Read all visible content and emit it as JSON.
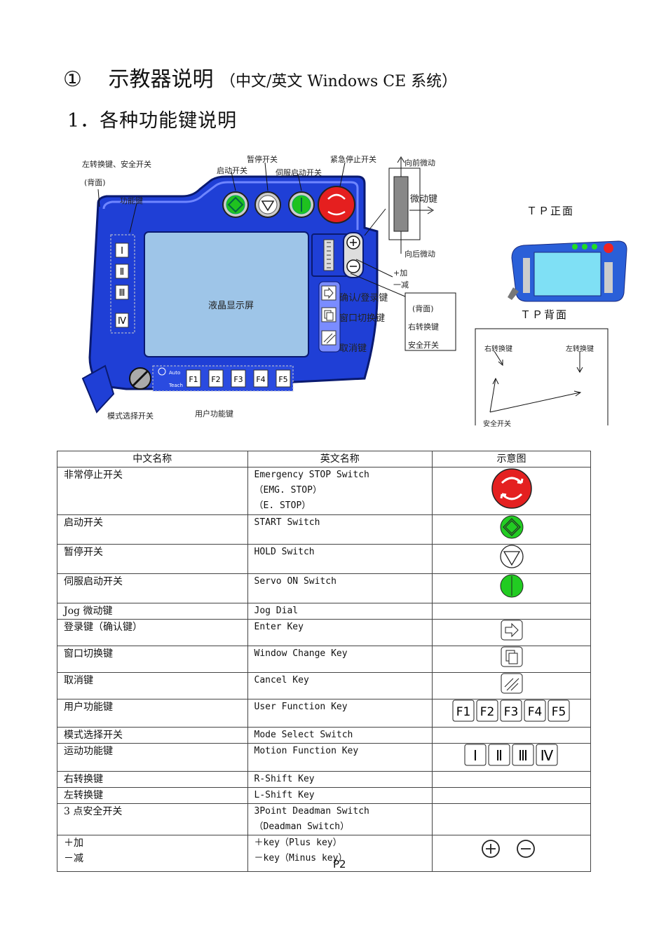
{
  "heading": {
    "number": "①",
    "title": "示教器说明",
    "subtitle": "（中文/英文 Windows CE 系统）"
  },
  "section": {
    "title": "1．各种功能键说明"
  },
  "diagram": {
    "callouts": {
      "left_shift_safety": "左转换键、安全开关",
      "back_note": "(背面)",
      "function_keys": "功能键",
      "start_switch": "启动开关",
      "hold_switch": "暂停开关",
      "servo_switch": "伺服启动开关",
      "estop_switch": "紧急停止开关",
      "jog_forward": "向前微动",
      "jog_dial": "微动键",
      "jog_backward": "向后微动",
      "plus": "+加",
      "minus": "一减",
      "lcd": "液晶显示屏",
      "enter_key": "确认/登录键",
      "window_key": "窗口切换键",
      "cancel_key": "取消键",
      "back_box_title": "(背面)",
      "back_box_rshift": "右转换键",
      "back_box_safety": "安全开关",
      "mode_switch": "模式选择开关",
      "user_function_keys": "用户功能键",
      "auto": "Auto",
      "teach": "Teach"
    },
    "f_keys": [
      "F1",
      "F2",
      "F3",
      "F4",
      "F5"
    ],
    "roman_keys": [
      "Ⅰ",
      "Ⅱ",
      "Ⅲ",
      "Ⅳ"
    ],
    "tp_front": "ＴＰ正面",
    "tp_back": "ＴＰ背面",
    "back_view": {
      "right_shift": "右转换键",
      "left_shift": "左转换键",
      "safety": "安全开关"
    }
  },
  "table": {
    "headers": [
      "中文名称",
      "英文名称",
      "示意图"
    ],
    "rows": [
      {
        "zh": [
          "非常停止开关"
        ],
        "en": [
          "Emergency STOP Switch",
          "（EMG. STOP）",
          "（E. STOP）"
        ],
        "icon": "estop-icon"
      },
      {
        "zh": [
          "启动开关"
        ],
        "en": [
          "START Switch"
        ],
        "icon": "start-icon"
      },
      {
        "zh": [
          "暂停开关"
        ],
        "en": [
          "HOLD Switch"
        ],
        "icon": "hold-icon"
      },
      {
        "zh": [
          "伺服启动开关"
        ],
        "en": [
          "Servo ON Switch"
        ],
        "icon": "servo-icon"
      },
      {
        "zh": [
          "Jog 微动键"
        ],
        "en": [
          "Jog Dial"
        ],
        "icon": ""
      },
      {
        "zh": [
          "登录键（确认键）"
        ],
        "en": [
          "Enter Key"
        ],
        "icon": "enter-key-icon"
      },
      {
        "zh": [
          "窗口切换键"
        ],
        "en": [
          "Window Change Key"
        ],
        "icon": "window-key-icon"
      },
      {
        "zh": [
          "取消键"
        ],
        "en": [
          "Cancel Key"
        ],
        "icon": "cancel-key-icon"
      },
      {
        "zh": [
          "用户功能键"
        ],
        "en": [
          "User Function Key"
        ],
        "icon": "fkeys-icon"
      },
      {
        "zh": [
          "模式选择开关"
        ],
        "en": [
          "Mode Select Switch"
        ],
        "icon": ""
      },
      {
        "zh": [
          "运动功能键"
        ],
        "en": [
          "Motion Function Key"
        ],
        "icon": "roman-keys-icon"
      },
      {
        "zh": [
          "右转换键"
        ],
        "en": [
          "R-Shift Key"
        ],
        "icon": ""
      },
      {
        "zh": [
          "左转换键"
        ],
        "en": [
          "L-Shift Key"
        ],
        "icon": ""
      },
      {
        "zh": [
          "3 点安全开关"
        ],
        "en": [
          "3Point Deadman Switch",
          "（Deadman Switch）"
        ],
        "icon": ""
      },
      {
        "zh": [
          "＋加",
          "－减"
        ],
        "en": [
          "＋key（Plus key）",
          "－key（Minus key）"
        ],
        "icon": "plus-minus-icon"
      }
    ]
  },
  "footer": {
    "page": "P2"
  }
}
